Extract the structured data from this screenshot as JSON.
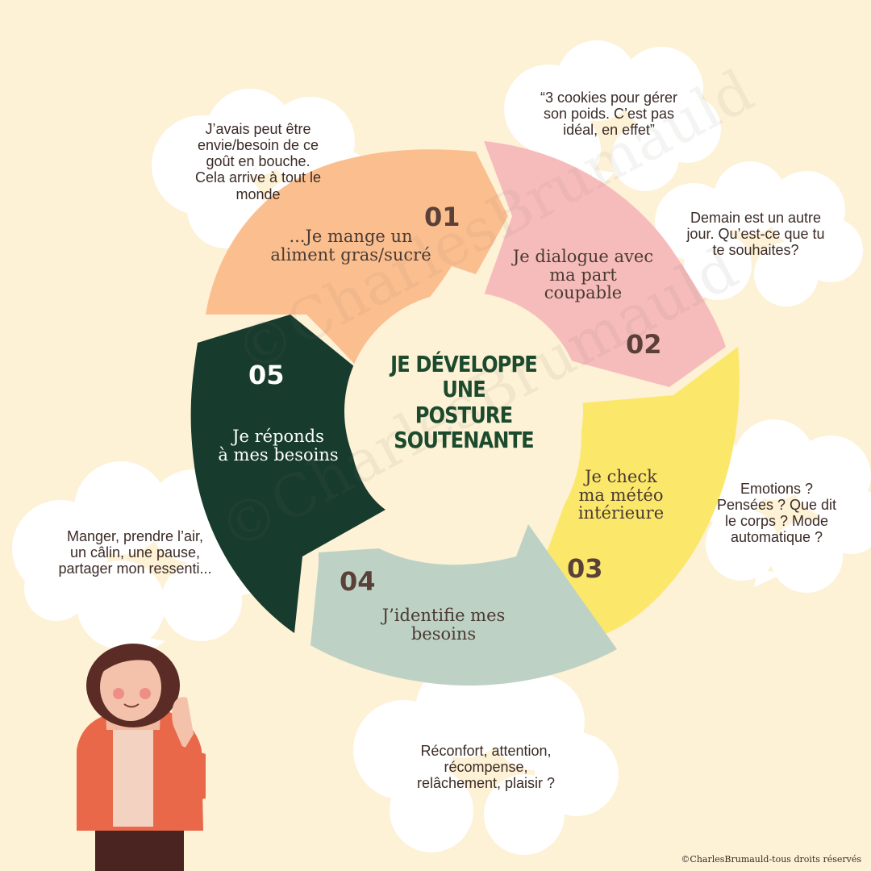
{
  "center": {
    "title": "JE DÉVELOPPE\nUNE\nPOSTURE\nSOUTENANTE"
  },
  "steps": [
    {
      "number": "01",
      "label": "...Je mange un\naliment gras/sucré",
      "color": "#fbbe8f"
    },
    {
      "number": "02",
      "label": "Je dialogue avec\nma part\ncoupable",
      "color": "#f6bcbb"
    },
    {
      "number": "03",
      "label": "Je check\nma météo\nintérieure",
      "color": "#fbe86b"
    },
    {
      "number": "04",
      "label": "J’identifie mes\nbesoins",
      "color": "#bdd2c5"
    },
    {
      "number": "05",
      "label": "Je réponds\nà mes besoins",
      "color": "#173b2d"
    }
  ],
  "bubbles": {
    "step1": "J’avais peut être\nenvie/besoin de ce\ngoût en bouche.\nCela arrive à tout le\nmonde",
    "step2_top": "“3 cookies pour gérer\nson poids. C’est pas\nidéal, en effet”",
    "step2_right": "Demain est un autre\njour. Qu’est-ce que tu\nte souhaites?",
    "step3": "Emotions ?\nPensées ? Que dit\nle corps ? Mode\nautomatique ?",
    "step4": "Réconfort, attention,\nrécompense,\nrelâchement, plaisir ?",
    "step5": "Manger, prendre l’air,\nun câlin, une pause,\npartager mon ressenti..."
  },
  "watermark": "©CharlesBrumauld",
  "copyright": "©CharlesBrumauld-tous droits réservés",
  "colors": {
    "background": "#fdf1d6",
    "hub": "#fdf1d6",
    "title": "#1b4a2c"
  }
}
